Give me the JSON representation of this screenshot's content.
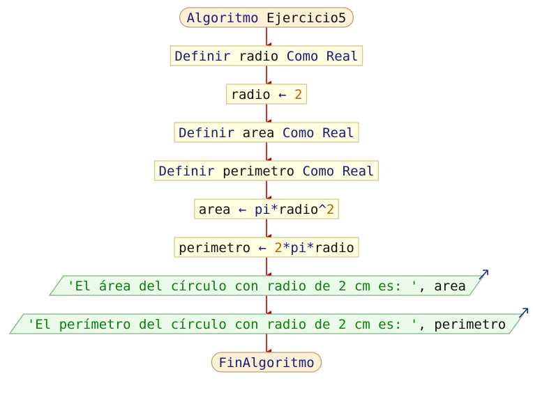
{
  "diagram": {
    "title": "Algoritmo Ejercicio5",
    "colors": {
      "box_fill": "#ffffe1",
      "box_stroke": "#d4c98a",
      "terminal_fill": "#fff0d8",
      "terminal_stroke": "#c2a06c",
      "io_fill": "#eafbea",
      "io_stroke": "#7fb27f",
      "arrow": "#c00000",
      "keyword": "#1a1a7a",
      "number": "#c35a00",
      "string": "#0f7a0f",
      "identifier": "#111111"
    },
    "nodes": [
      {
        "id": "start",
        "kind": "terminal",
        "tokens": [
          {
            "t": "Algoritmo",
            "c": "kw"
          },
          {
            "t": " Ejercicio5",
            "c": "id"
          }
        ]
      },
      {
        "id": "def-radio",
        "kind": "process",
        "tokens": [
          {
            "t": "Definir",
            "c": "kw"
          },
          {
            "t": " radio ",
            "c": "id"
          },
          {
            "t": "Como",
            "c": "kw"
          },
          {
            "t": " ",
            "c": "id"
          },
          {
            "t": "Real",
            "c": "kw"
          }
        ]
      },
      {
        "id": "assign-radio",
        "kind": "process",
        "tokens": [
          {
            "t": "radio",
            "c": "id"
          },
          {
            "t": " ← ",
            "c": "op"
          },
          {
            "t": "2",
            "c": "num"
          }
        ]
      },
      {
        "id": "def-area",
        "kind": "process",
        "tokens": [
          {
            "t": "Definir",
            "c": "kw"
          },
          {
            "t": " area ",
            "c": "id"
          },
          {
            "t": "Como",
            "c": "kw"
          },
          {
            "t": " ",
            "c": "id"
          },
          {
            "t": "Real",
            "c": "kw"
          }
        ]
      },
      {
        "id": "def-perimetro",
        "kind": "process",
        "tokens": [
          {
            "t": "Definir",
            "c": "kw"
          },
          {
            "t": " perimetro ",
            "c": "id"
          },
          {
            "t": "Como",
            "c": "kw"
          },
          {
            "t": " ",
            "c": "id"
          },
          {
            "t": "Real",
            "c": "kw"
          }
        ]
      },
      {
        "id": "assign-area",
        "kind": "process",
        "tokens": [
          {
            "t": "area",
            "c": "id"
          },
          {
            "t": " ← ",
            "c": "op"
          },
          {
            "t": "pi",
            "c": "kw"
          },
          {
            "t": "*",
            "c": "op"
          },
          {
            "t": "radio",
            "c": "id"
          },
          {
            "t": "^",
            "c": "op"
          },
          {
            "t": "2",
            "c": "num"
          }
        ]
      },
      {
        "id": "assign-perimetro",
        "kind": "process",
        "tokens": [
          {
            "t": "perimetro",
            "c": "id"
          },
          {
            "t": " ← ",
            "c": "op"
          },
          {
            "t": "2",
            "c": "num"
          },
          {
            "t": "*",
            "c": "op"
          },
          {
            "t": "pi",
            "c": "kw"
          },
          {
            "t": "*",
            "c": "op"
          },
          {
            "t": "radio",
            "c": "id"
          }
        ]
      },
      {
        "id": "write-area",
        "kind": "output",
        "tokens": [
          {
            "t": "'El área del círculo con radio de 2 cm es: '",
            "c": "str"
          },
          {
            "t": ", area",
            "c": "id"
          }
        ]
      },
      {
        "id": "write-perimetro",
        "kind": "output",
        "tokens": [
          {
            "t": "'El perímetro del círculo con radio de 2 cm es: '",
            "c": "str"
          },
          {
            "t": ", perimetro",
            "c": "id"
          }
        ]
      },
      {
        "id": "end",
        "kind": "terminal",
        "tokens": [
          {
            "t": "FinAlgoritmo",
            "c": "kw"
          }
        ]
      }
    ]
  }
}
